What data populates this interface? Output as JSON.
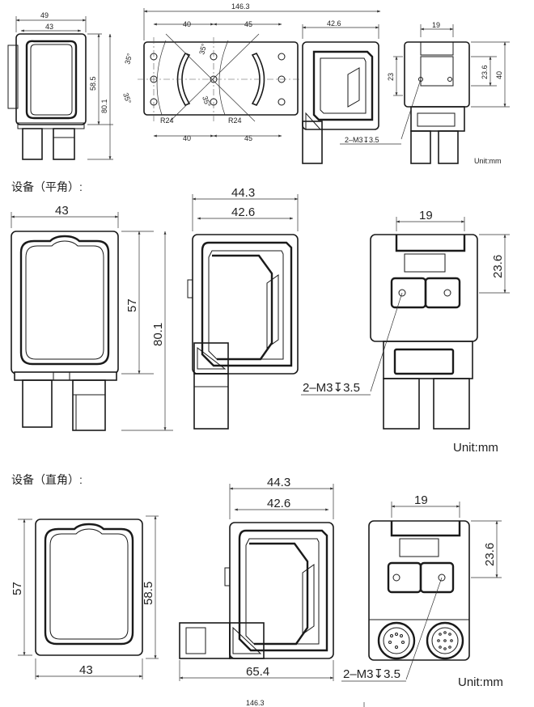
{
  "sections": {
    "flat_heading": "设备（平角）:",
    "right_heading": "设备（直角）:"
  },
  "units": {
    "top": "Unit:mm",
    "mid": "Unit:mm",
    "bottom": "Unit:mm"
  },
  "top_view": {
    "front_width": "49",
    "front_inner_width": "43",
    "front_height": "58.5",
    "front_total_height": "80.1",
    "overall_length": "146.3",
    "bracket_spacing_top_left": "40",
    "bracket_spacing_top_right": "45",
    "bracket_spacing_bottom_left": "40",
    "bracket_spacing_bottom_right": "45",
    "side_depth": "42.6",
    "angle_1": "35°",
    "angle_2": "35°",
    "angle_3": "35°",
    "angle_4": "35°",
    "radius_left": "R24",
    "radius_right": "R24",
    "back_width": "19",
    "back_height_a": "23.6",
    "back_height_b": "40",
    "back_height_c": "23",
    "screw_note": "2–M3↧3.5"
  },
  "flat_view": {
    "front_width": "43",
    "front_height": "57",
    "total_height": "80.1",
    "side_depth_outer": "44.3",
    "side_depth_inner": "42.6",
    "back_width": "19",
    "back_height": "23.6",
    "screw_note": "2–M3↧3.5"
  },
  "right_view": {
    "front_width": "43",
    "front_height_left": "57",
    "front_height_right": "58.5",
    "side_depth_outer": "44.3",
    "side_depth_inner": "42.6",
    "side_total_length": "65.4",
    "back_width": "19",
    "back_height": "23.6",
    "screw_note": "2–M3↧3.5"
  },
  "bottom_strip": {
    "overall_length": "146.3"
  }
}
